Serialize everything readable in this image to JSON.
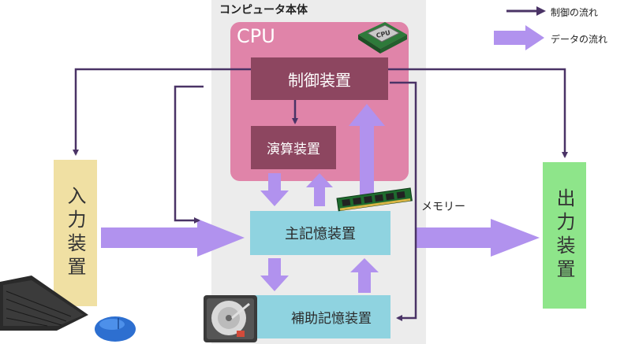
{
  "computer_label": "コンピュータ本体",
  "cpu_label": "CPU",
  "legend": {
    "control_flow": "制御の流れ",
    "data_flow": "データの流れ"
  },
  "boxes": {
    "control_unit": "制御装置",
    "arithmetic_unit": "演算装置",
    "main_memory": "主記憶装置",
    "auxiliary_storage": "補助記憶装置",
    "input_device": "入力装置",
    "output_device": "出力装置"
  },
  "memory_label": "メモリー",
  "chip_text": "CPU",
  "colors": {
    "computer_bg": "#ececec",
    "cpu_bg": "#e084a9",
    "control_box": "#8d4660",
    "main_memory": "#8fd3e0",
    "input_device": "#f0e0a3",
    "output_device": "#8ee58a",
    "control_arrow": "#4a3366",
    "data_arrow": "#b192ee"
  }
}
